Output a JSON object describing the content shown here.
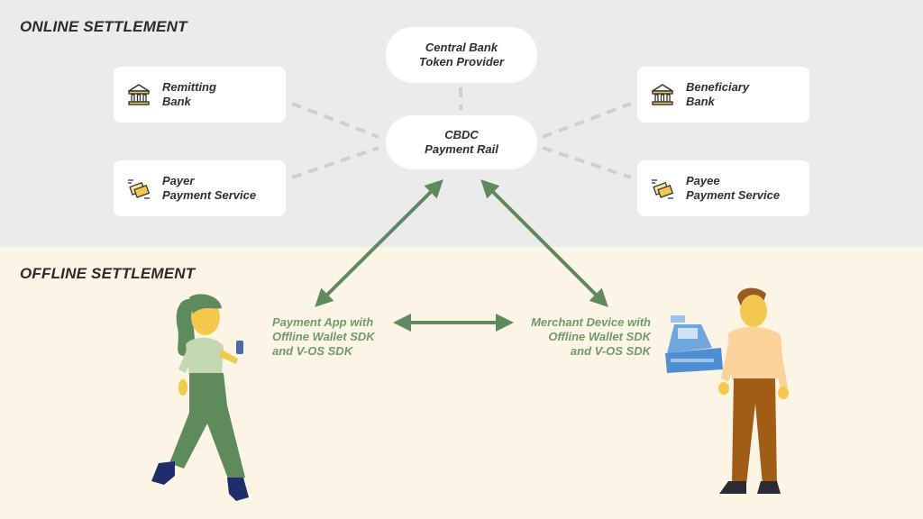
{
  "sections": {
    "online": "ONLINE SETTLEMENT",
    "offline": "OFFLINE SETTLEMENT"
  },
  "nodes": {
    "central_bank": [
      "Central Bank",
      "Token Provider"
    ],
    "cbdc_rail": [
      "CBDC",
      "Payment Rail"
    ],
    "remitting_bank": [
      "Remitting",
      "Bank"
    ],
    "payer_service": [
      "Payer",
      "Payment Service"
    ],
    "beneficiary_bank": [
      "Beneficiary",
      "Bank"
    ],
    "payee_service": [
      "Payee",
      "Payment Service"
    ]
  },
  "offline_labels": {
    "payment_app": [
      "Payment App with",
      "Offline Wallet SDK",
      "and V-OS SDK"
    ],
    "merchant_device": [
      "Merchant Device with",
      "Offline Wallet SDK",
      "and V-OS SDK"
    ]
  },
  "icons": {
    "bank": "bank-icon",
    "payment_service": "money-transfer-icon",
    "cash_register": "cash-register-icon"
  },
  "colors": {
    "online_bg": "#ebebeb",
    "offline_bg": "#fcf4e5",
    "arrow_green": "#5f8a5e",
    "text_green": "#6f9a6d",
    "dashed_gray": "#cfcfcf"
  }
}
